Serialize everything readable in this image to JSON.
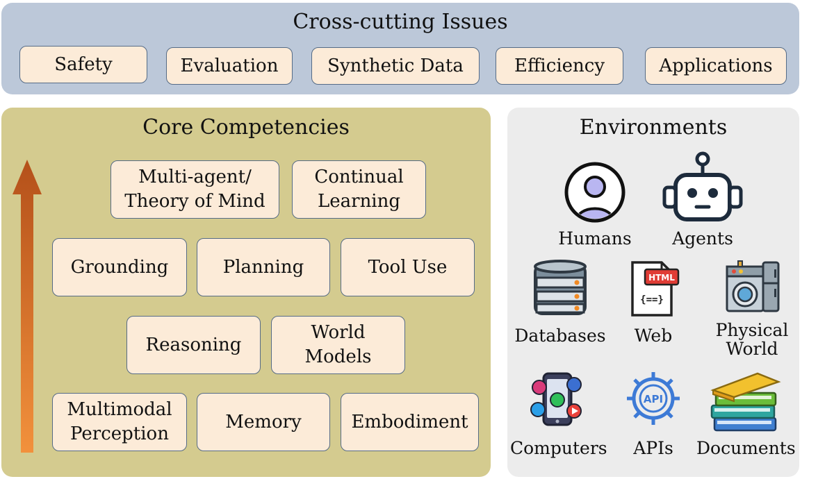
{
  "cross_cutting": {
    "title": "Cross-cutting Issues",
    "items": [
      "Safety",
      "Evaluation",
      "Synthetic Data",
      "Efficiency",
      "Applications"
    ]
  },
  "core": {
    "title": "Core Competencies",
    "items": [
      "Multi-agent/\nTheory of Mind",
      "Continual\nLearning",
      "Grounding",
      "Planning",
      "Tool Use",
      "Reasoning",
      "World\nModels",
      "Multimodal\nPerception",
      "Memory",
      "Embodiment"
    ]
  },
  "environments": {
    "title": "Environments",
    "items": [
      {
        "label": "Humans",
        "icon": "person-icon"
      },
      {
        "label": "Agents",
        "icon": "robot-icon"
      },
      {
        "label": "Databases",
        "icon": "database-icon"
      },
      {
        "label": "Web",
        "icon": "html-document-icon"
      },
      {
        "label": "Physical\nWorld",
        "icon": "appliances-icon"
      },
      {
        "label": "Computers",
        "icon": "smartphone-apps-icon"
      },
      {
        "label": "APIs",
        "icon": "api-gear-icon"
      },
      {
        "label": "Documents",
        "icon": "book-stack-icon"
      }
    ],
    "web_icon_text": "HTML",
    "web_icon_code": "{==}",
    "api_icon_text": "API"
  },
  "colors": {
    "cross_bg": "#bcc8d9",
    "core_bg": "#d4cb8f",
    "env_bg": "#ececec",
    "box_fill": "#fcebd8",
    "box_border": "#556b86",
    "arrow": "#e8782a"
  }
}
